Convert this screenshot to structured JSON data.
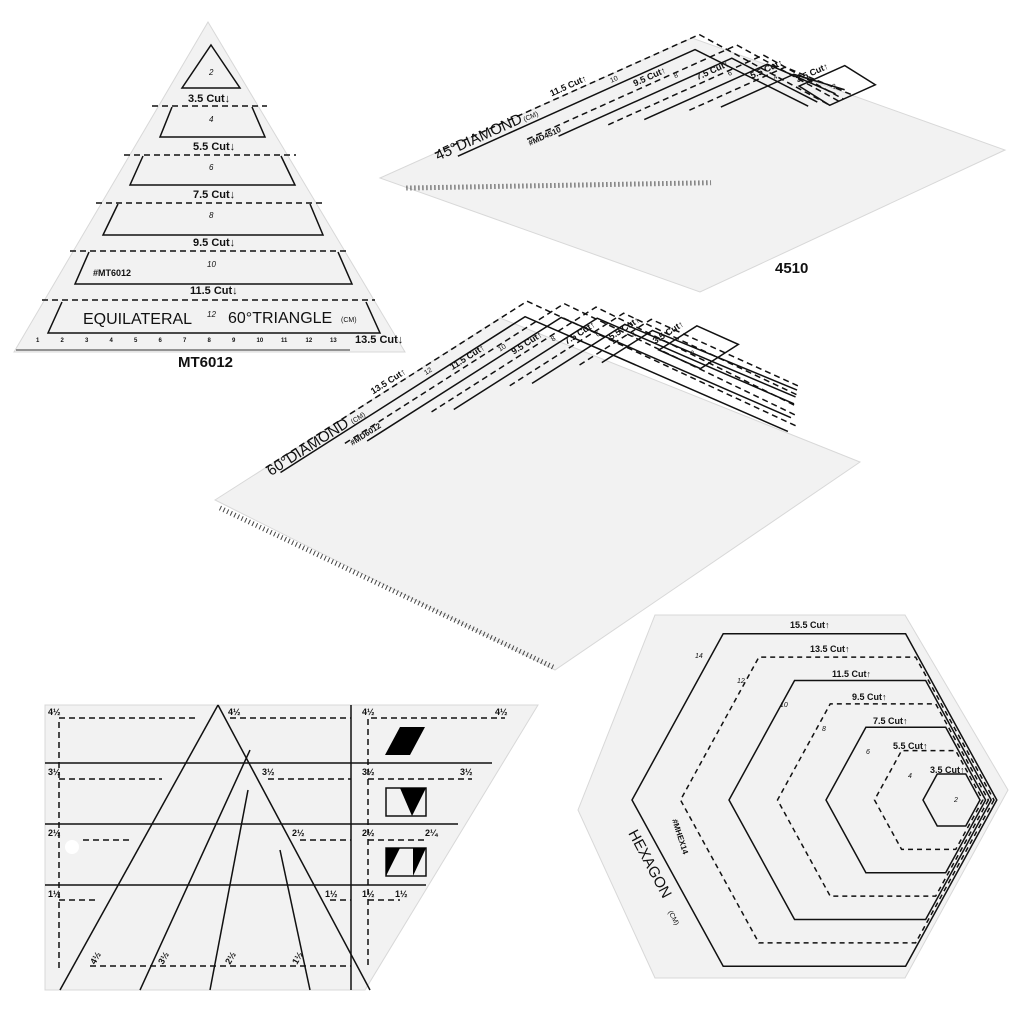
{
  "triangle": {
    "cuts": [
      "3.5 Cut↓",
      "5.5 Cut↓",
      "7.5 Cut↓",
      "9.5 Cut↓",
      "11.5 Cut↓",
      "13.5 Cut↓"
    ],
    "sizes": [
      "2",
      "4",
      "6",
      "8",
      "10",
      "12"
    ],
    "code": "#MT6012",
    "title_left": "EQUILATERAL",
    "title_right": "60°TRIANGLE",
    "unit": "(CM)",
    "ruler": [
      "1",
      "2",
      "3",
      "4",
      "5",
      "6",
      "7",
      "8",
      "9",
      "10",
      "11",
      "12",
      "13"
    ],
    "label": "MT6012"
  },
  "diamond45": {
    "cuts": [
      "11.5 Cut↑",
      "9.5 Cut↑",
      "7.5 Cut↑",
      "5.5 Cut↑",
      "3.5 Cut↑"
    ],
    "sizes": [
      "10",
      "8",
      "6",
      "4",
      "2"
    ],
    "title": "45°DIAMOND",
    "unit": "(CM)",
    "code": "#MD4510",
    "label": "4510"
  },
  "diamond60": {
    "cuts": [
      "13.5 Cut↑",
      "11.5 Cut↑",
      "9.5 Cut↑",
      "7.5 Cut↑",
      "5.5 Cut↑",
      "3.5 Cut↑"
    ],
    "sizes": [
      "12",
      "10",
      "8",
      "6",
      "4",
      "2"
    ],
    "title": "60°DIAMOND",
    "unit": "(CM)",
    "code": "#MD6012"
  },
  "strip_ruler": {
    "left_marks": [
      "4½",
      "3½",
      "2½",
      "1½"
    ],
    "mid_marks": [
      "4½",
      "3½",
      "2½",
      "1½"
    ],
    "right_marks": [
      "4½",
      "3½",
      "2½",
      "1½"
    ],
    "far_marks": [
      "4½",
      "3½",
      "2¼",
      "1½"
    ],
    "bottom_marks": [
      "4½",
      "3½",
      "2½",
      "1½"
    ]
  },
  "hexagon": {
    "cuts": [
      "15.5 Cut↑",
      "13.5 Cut↑",
      "11.5 Cut↑",
      "9.5 Cut↑",
      "7.5 Cut↑",
      "5.5 Cut↑",
      "3.5 Cut↑"
    ],
    "sizes": [
      "14",
      "12",
      "10",
      "8",
      "6",
      "4",
      "2"
    ],
    "code": "#MHEX14",
    "title": "HEXAGON",
    "unit": "(CM)"
  }
}
